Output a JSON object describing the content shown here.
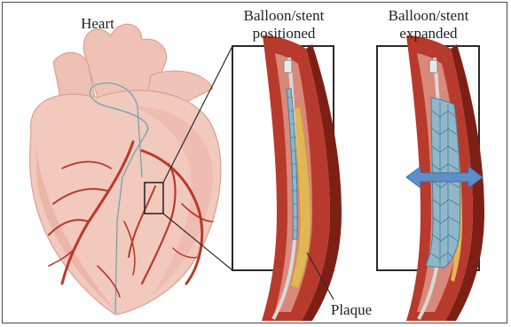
{
  "labels": {
    "heart": "Heart",
    "positioned_line1": "Balloon/stent",
    "positioned_line2": "positioned",
    "expanded_line1": "Balloon/stent",
    "expanded_line2": "expanded",
    "plaque": "Plaque"
  },
  "colors": {
    "tissue": "#f2c9bd",
    "tissue_shadow": "#e7a99c",
    "artery": "#b83a2c",
    "artery_dark": "#7e1f16",
    "artery_inner": "#d9897a",
    "plaque": "#e3b655",
    "stent": "#8fb6c9",
    "stent_line": "#4d7d95",
    "arrow": "#5e8fc9",
    "catheter": "#d8d8d8"
  }
}
